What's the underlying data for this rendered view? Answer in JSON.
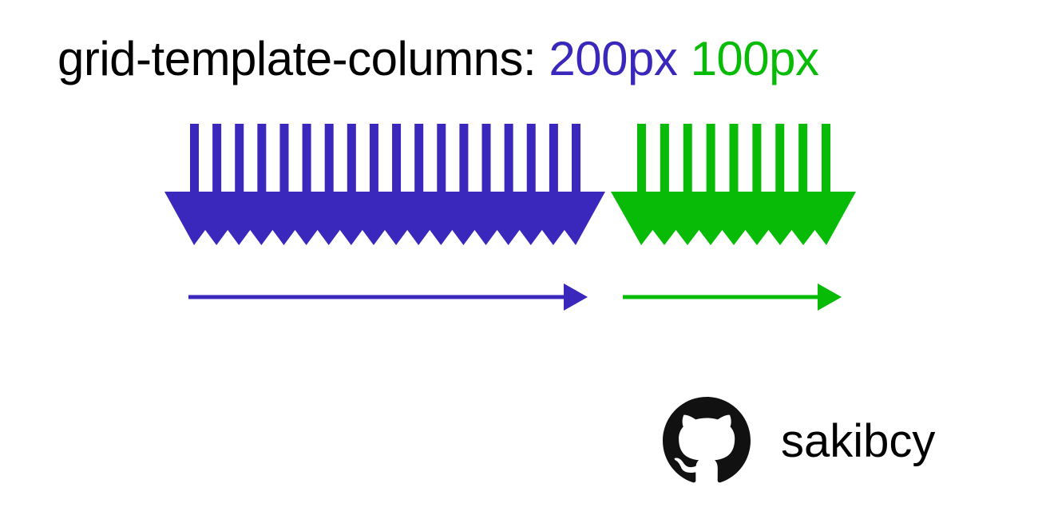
{
  "title": {
    "property": "grid-template-columns:",
    "track1": "200px",
    "track2": "100px"
  },
  "tracks": [
    {
      "size": "200px",
      "color": "#3a27bc",
      "bars": 18,
      "teeth": 18
    },
    {
      "size": "100px",
      "color": "#07bb07",
      "bars": 9,
      "teeth": 9
    }
  ],
  "colors": {
    "text": "#000000",
    "track1": "#3a27bc",
    "track2": "#07bb07"
  },
  "credit": {
    "icon": "github-icon",
    "handle": "sakibcy"
  }
}
